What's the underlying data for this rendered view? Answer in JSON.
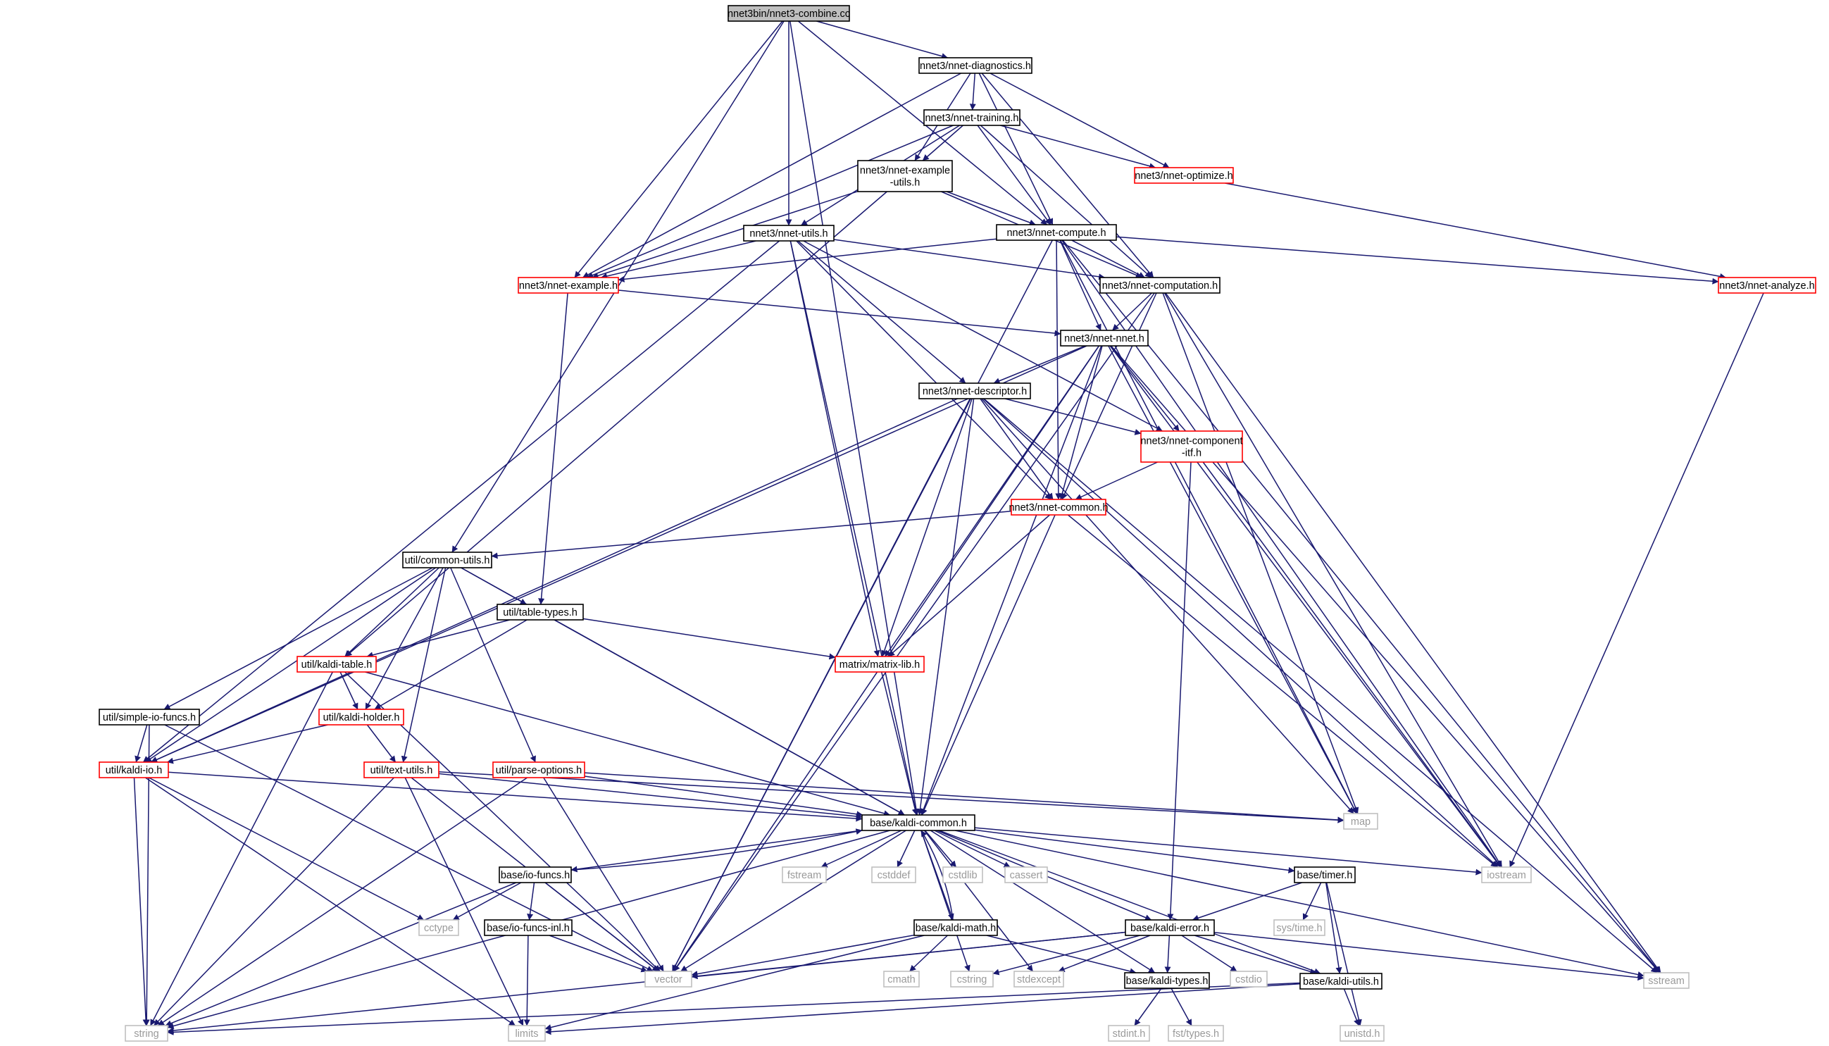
{
  "graph": {
    "root": "nnet3bin/nnet3-combine.cc",
    "colors": {
      "edge": "#191970",
      "root_fill": "#bfbfbf",
      "documented_border": "#000000",
      "truncated_border": "#ff0000",
      "external_border": "#bfbfbf",
      "text": "#000000",
      "external_text": "#9a9a9a"
    },
    "nodes": [
      {
        "id": "root",
        "label": "nnet3bin/nnet3-combine.cc",
        "kind": "root"
      },
      {
        "id": "diag",
        "label": "nnet3/nnet-diagnostics.h",
        "kind": "doc"
      },
      {
        "id": "train",
        "label": "nnet3/nnet-training.h",
        "kind": "doc"
      },
      {
        "id": "exutils",
        "label": [
          "nnet3/nnet-example",
          "-utils.h"
        ],
        "kind": "doc"
      },
      {
        "id": "optim",
        "label": "nnet3/nnet-optimize.h",
        "kind": "red"
      },
      {
        "id": "compute",
        "label": "nnet3/nnet-compute.h",
        "kind": "doc"
      },
      {
        "id": "nutils",
        "label": "nnet3/nnet-utils.h",
        "kind": "doc"
      },
      {
        "id": "example",
        "label": "nnet3/nnet-example.h",
        "kind": "red"
      },
      {
        "id": "comptn",
        "label": "nnet3/nnet-computation.h",
        "kind": "doc"
      },
      {
        "id": "analyze",
        "label": "nnet3/nnet-analyze.h",
        "kind": "red"
      },
      {
        "id": "nnet",
        "label": "nnet3/nnet-nnet.h",
        "kind": "doc"
      },
      {
        "id": "descr",
        "label": "nnet3/nnet-descriptor.h",
        "kind": "doc"
      },
      {
        "id": "itf",
        "label": [
          "nnet3/nnet-component",
          "-itf.h"
        ],
        "kind": "red"
      },
      {
        "id": "ncommon",
        "label": "nnet3/nnet-common.h",
        "kind": "red"
      },
      {
        "id": "cutils",
        "label": "util/common-utils.h",
        "kind": "doc"
      },
      {
        "id": "ttypes",
        "label": "util/table-types.h",
        "kind": "doc"
      },
      {
        "id": "ktable",
        "label": "util/kaldi-table.h",
        "kind": "red"
      },
      {
        "id": "mlib",
        "label": "matrix/matrix-lib.h",
        "kind": "red"
      },
      {
        "id": "sio",
        "label": "util/simple-io-funcs.h",
        "kind": "doc"
      },
      {
        "id": "kholder",
        "label": "util/kaldi-holder.h",
        "kind": "red"
      },
      {
        "id": "kio",
        "label": "util/kaldi-io.h",
        "kind": "red"
      },
      {
        "id": "tutils",
        "label": "util/text-utils.h",
        "kind": "red"
      },
      {
        "id": "popts",
        "label": "util/parse-options.h",
        "kind": "red"
      },
      {
        "id": "kcommon",
        "label": "base/kaldi-common.h",
        "kind": "doc"
      },
      {
        "id": "map",
        "label": "map",
        "kind": "ext"
      },
      {
        "id": "iostream",
        "label": "iostream",
        "kind": "ext"
      },
      {
        "id": "iofuncs",
        "label": "base/io-funcs.h",
        "kind": "doc"
      },
      {
        "id": "fstream",
        "label": "fstream",
        "kind": "ext"
      },
      {
        "id": "cstddef",
        "label": "cstddef",
        "kind": "ext"
      },
      {
        "id": "cstdlib",
        "label": "cstdlib",
        "kind": "ext"
      },
      {
        "id": "cassert",
        "label": "cassert",
        "kind": "ext"
      },
      {
        "id": "timer",
        "label": "base/timer.h",
        "kind": "doc"
      },
      {
        "id": "cctype",
        "label": "cctype",
        "kind": "ext"
      },
      {
        "id": "iofinl",
        "label": "base/io-funcs-inl.h",
        "kind": "doc"
      },
      {
        "id": "kmath",
        "label": "base/kaldi-math.h",
        "kind": "doc"
      },
      {
        "id": "kerror",
        "label": "base/kaldi-error.h",
        "kind": "doc"
      },
      {
        "id": "systime",
        "label": "sys/time.h",
        "kind": "ext"
      },
      {
        "id": "vector",
        "label": "vector",
        "kind": "ext"
      },
      {
        "id": "cmath",
        "label": "cmath",
        "kind": "ext"
      },
      {
        "id": "cstring",
        "label": "cstring",
        "kind": "ext"
      },
      {
        "id": "stdexcept",
        "label": "stdexcept",
        "kind": "ext"
      },
      {
        "id": "ktypes",
        "label": "base/kaldi-types.h",
        "kind": "doc"
      },
      {
        "id": "cstdio",
        "label": "cstdio",
        "kind": "ext"
      },
      {
        "id": "kutils",
        "label": "base/kaldi-utils.h",
        "kind": "doc"
      },
      {
        "id": "sstream",
        "label": "sstream",
        "kind": "ext"
      },
      {
        "id": "string",
        "label": "string",
        "kind": "ext"
      },
      {
        "id": "limits",
        "label": "limits",
        "kind": "ext"
      },
      {
        "id": "stdint",
        "label": "stdint.h",
        "kind": "ext"
      },
      {
        "id": "fsttypes",
        "label": "fst/types.h",
        "kind": "ext"
      },
      {
        "id": "unistd",
        "label": "unistd.h",
        "kind": "ext"
      }
    ],
    "edges": [
      [
        "root",
        "diag"
      ],
      [
        "root",
        "compute"
      ],
      [
        "root",
        "nutils"
      ],
      [
        "root",
        "cutils"
      ],
      [
        "root",
        "kcommon"
      ],
      [
        "root",
        "example"
      ],
      [
        "diag",
        "train"
      ],
      [
        "diag",
        "exutils"
      ],
      [
        "diag",
        "optim"
      ],
      [
        "diag",
        "compute"
      ],
      [
        "diag",
        "comptn"
      ],
      [
        "diag",
        "example"
      ],
      [
        "train",
        "exutils"
      ],
      [
        "train",
        "optim"
      ],
      [
        "train",
        "compute"
      ],
      [
        "train",
        "comptn"
      ],
      [
        "train",
        "nutils"
      ],
      [
        "train",
        "example"
      ],
      [
        "exutils",
        "compute"
      ],
      [
        "exutils",
        "comptn"
      ],
      [
        "exutils",
        "example"
      ],
      [
        "exutils",
        "ktable"
      ],
      [
        "optim",
        "analyze"
      ],
      [
        "compute",
        "comptn"
      ],
      [
        "compute",
        "analyze"
      ],
      [
        "compute",
        "nnet"
      ],
      [
        "compute",
        "ncommon"
      ],
      [
        "compute",
        "example"
      ],
      [
        "compute",
        "map"
      ],
      [
        "compute",
        "iostream"
      ],
      [
        "compute",
        "sstream"
      ],
      [
        "compute",
        "vector"
      ],
      [
        "nutils",
        "comptn"
      ],
      [
        "nutils",
        "example"
      ],
      [
        "nutils",
        "descr"
      ],
      [
        "nutils",
        "itf"
      ],
      [
        "nutils",
        "ncommon"
      ],
      [
        "nutils",
        "mlib"
      ],
      [
        "nutils",
        "kcommon"
      ],
      [
        "nutils",
        "kio"
      ],
      [
        "example",
        "nnet"
      ],
      [
        "example",
        "ttypes"
      ],
      [
        "comptn",
        "nnet"
      ],
      [
        "comptn",
        "ncommon"
      ],
      [
        "comptn",
        "map"
      ],
      [
        "comptn",
        "iostream"
      ],
      [
        "comptn",
        "sstream"
      ],
      [
        "comptn",
        "vector"
      ],
      [
        "analyze",
        "iostream"
      ],
      [
        "nnet",
        "descr"
      ],
      [
        "nnet",
        "itf"
      ],
      [
        "nnet",
        "ncommon"
      ],
      [
        "nnet",
        "mlib"
      ],
      [
        "nnet",
        "kcommon"
      ],
      [
        "nnet",
        "kio"
      ],
      [
        "nnet",
        "map"
      ],
      [
        "nnet",
        "iostream"
      ],
      [
        "nnet",
        "sstream"
      ],
      [
        "nnet",
        "vector"
      ],
      [
        "descr",
        "itf"
      ],
      [
        "descr",
        "ncommon"
      ],
      [
        "descr",
        "mlib"
      ],
      [
        "descr",
        "kcommon"
      ],
      [
        "descr",
        "kio"
      ],
      [
        "descr",
        "map"
      ],
      [
        "descr",
        "iostream"
      ],
      [
        "descr",
        "sstream"
      ],
      [
        "descr",
        "vector"
      ],
      [
        "itf",
        "ncommon"
      ],
      [
        "itf",
        "kerror"
      ],
      [
        "itf",
        "iostream"
      ],
      [
        "ncommon",
        "cutils"
      ],
      [
        "ncommon",
        "mlib"
      ],
      [
        "ncommon",
        "kcommon"
      ],
      [
        "ncommon",
        "iostream"
      ],
      [
        "cutils",
        "ttypes"
      ],
      [
        "cutils",
        "ktable"
      ],
      [
        "cutils",
        "kholder"
      ],
      [
        "cutils",
        "kio"
      ],
      [
        "cutils",
        "sio"
      ],
      [
        "cutils",
        "tutils"
      ],
      [
        "cutils",
        "popts"
      ],
      [
        "cutils",
        "kcommon"
      ],
      [
        "ttypes",
        "ktable"
      ],
      [
        "ttypes",
        "kholder"
      ],
      [
        "ttypes",
        "mlib"
      ],
      [
        "ttypes",
        "kcommon"
      ],
      [
        "ktable",
        "kholder"
      ],
      [
        "ktable",
        "kcommon"
      ],
      [
        "ktable",
        "string"
      ],
      [
        "ktable",
        "vector"
      ],
      [
        "mlib",
        "kcommon"
      ],
      [
        "sio",
        "kio"
      ],
      [
        "sio",
        "string"
      ],
      [
        "sio",
        "vector"
      ],
      [
        "kholder",
        "kio"
      ],
      [
        "kholder",
        "tutils"
      ],
      [
        "kio",
        "kcommon"
      ],
      [
        "kio",
        "cctype"
      ],
      [
        "kio",
        "string"
      ],
      [
        "kio",
        "limits"
      ],
      [
        "tutils",
        "kcommon"
      ],
      [
        "tutils",
        "map"
      ],
      [
        "tutils",
        "string"
      ],
      [
        "tutils",
        "vector"
      ],
      [
        "tutils",
        "limits"
      ],
      [
        "popts",
        "kcommon"
      ],
      [
        "popts",
        "map"
      ],
      [
        "popts",
        "string"
      ],
      [
        "popts",
        "vector"
      ],
      [
        "kcommon",
        "iofuncs"
      ],
      [
        "kcommon",
        "fstream"
      ],
      [
        "kcommon",
        "cstddef"
      ],
      [
        "kcommon",
        "cstdlib"
      ],
      [
        "kcommon",
        "cassert"
      ],
      [
        "kcommon",
        "timer"
      ],
      [
        "kcommon",
        "kmath"
      ],
      [
        "kcommon",
        "kerror"
      ],
      [
        "kcommon",
        "ktypes"
      ],
      [
        "kcommon",
        "kutils"
      ],
      [
        "kcommon",
        "iostream"
      ],
      [
        "kcommon",
        "sstream"
      ],
      [
        "kcommon",
        "string"
      ],
      [
        "kcommon",
        "vector"
      ],
      [
        "kcommon",
        "cstring"
      ],
      [
        "kcommon",
        "stdexcept"
      ],
      [
        "iofuncs",
        "kcommon"
      ],
      [
        "iofuncs",
        "iofinl"
      ],
      [
        "iofuncs",
        "cctype"
      ],
      [
        "iofuncs",
        "string"
      ],
      [
        "iofuncs",
        "vector"
      ],
      [
        "timer",
        "kerror"
      ],
      [
        "timer",
        "kutils"
      ],
      [
        "timer",
        "systime"
      ],
      [
        "timer",
        "unistd"
      ],
      [
        "iofinl",
        "vector"
      ],
      [
        "iofinl",
        "limits"
      ],
      [
        "kmath",
        "kcommon"
      ],
      [
        "kmath",
        "ktypes"
      ],
      [
        "kmath",
        "vector"
      ],
      [
        "kmath",
        "cmath"
      ],
      [
        "kmath",
        "limits"
      ],
      [
        "kerror",
        "ktypes"
      ],
      [
        "kerror",
        "kutils"
      ],
      [
        "kerror",
        "vector"
      ],
      [
        "kerror",
        "string"
      ],
      [
        "kerror",
        "cstring"
      ],
      [
        "kerror",
        "stdexcept"
      ],
      [
        "kerror",
        "cstdio"
      ],
      [
        "kerror",
        "sstream"
      ],
      [
        "ktypes",
        "stdint"
      ],
      [
        "ktypes",
        "fsttypes"
      ],
      [
        "kutils",
        "string"
      ],
      [
        "kutils",
        "limits"
      ],
      [
        "kutils",
        "unistd"
      ]
    ]
  }
}
